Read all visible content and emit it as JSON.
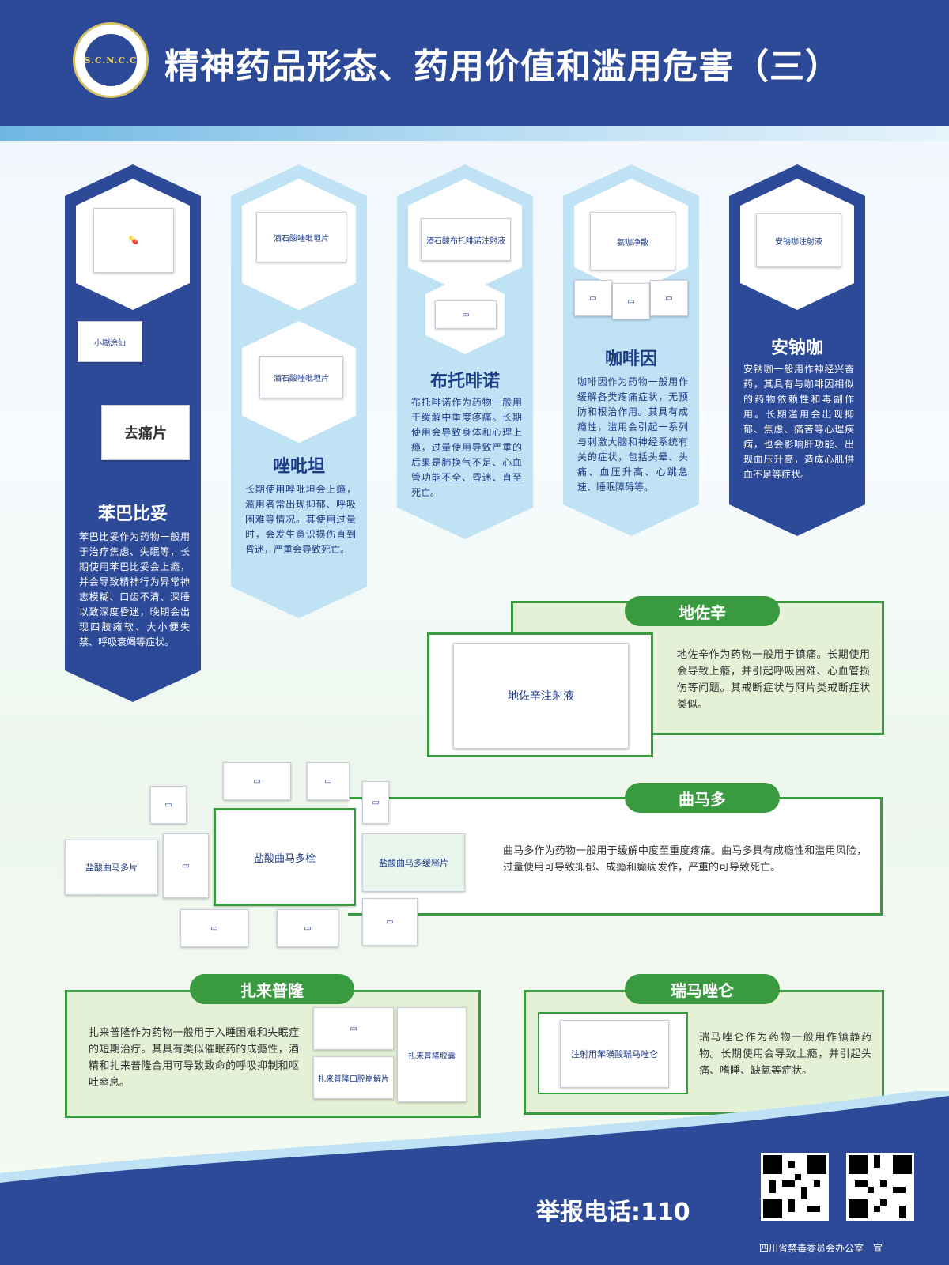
{
  "header": {
    "title": "精神药品形态、药用价值和滥用危害（三）",
    "logo_text": "S.C.N.C.C"
  },
  "colors": {
    "navy": "#2d4a98",
    "light_blue": "#bfe2f5",
    "green": "#3a9a3f"
  },
  "hexes": [
    {
      "name": "苯巴比妥",
      "desc": "苯巴比妥作为药物一般用于治疗焦虑、失眠等，长期使用苯巴比妥会上瘾，并会导致精神行为异常神志模糊、口齿不清、深睡以致深度昏迷，晚期会出现四肢瘫软、大小便失禁、呼吸衰竭等症状。",
      "products": [
        "小糊涂仙",
        "去痛片"
      ]
    },
    {
      "name": "唑吡坦",
      "desc": "长期使用唑吡坦会上瘾，滥用者常出现抑郁、呼吸困难等情况。其使用过量时，会发生意识损伤直到昏迷，严重会导致死亡。",
      "products": [
        "酒石酸唑吡坦片",
        "酒石酸唑吡坦片"
      ]
    },
    {
      "name": "布托啡诺",
      "desc": "布托啡诺作为药物一般用于缓解中重度疼痛。长期使用会导致身体和心理上瘾，过量使用导致严重的后果是肺换气不足、心血管功能不全、昏迷、直至死亡。",
      "products": [
        "酒石酸布托啡诺注射液"
      ]
    },
    {
      "name": "咖啡因",
      "desc": "咖啡因作为药物一般用作缓解各类疼痛症状，无预防和根治作用。其具有成瘾性，滥用会引起一系列与刺激大脑和神经系统有关的症状，包括头晕、头痛、血压升高、心跳急速、睡眠障碍等。",
      "products": [
        "氨咖净散"
      ]
    },
    {
      "name": "安钠咖",
      "desc": "安钠咖一般用作神经兴奋药，其具有与咖啡因相似的药物依赖性和毒副作用。长期滥用会出现抑郁、焦虑、痛苦等心理疾病，也会影响肝功能、出现血压升高，造成心肌供血不足等症状。",
      "products": [
        "安钠咖注射液"
      ]
    }
  ],
  "dezocine": {
    "name": "地佐辛",
    "desc": "地佐辛作为药物一般用于镇痛。长期使用会导致上瘾，并引起呼吸困难、心血管损伤等问题。其戒断症状与阿片类戒断症状类似。",
    "product": "地佐辛注射液"
  },
  "tramadol": {
    "name": "曲马多",
    "desc": "曲马多作为药物一般用于缓解中度至重度疼痛。曲马多具有成瘾性和滥用风险，过量使用可导致抑郁、成瘾和癫痫发作，严重的可导致死亡。",
    "products": [
      "盐酸曲马多片",
      "盐酸曲马多栓",
      "盐酸曲马多缓释片"
    ]
  },
  "zaleplon": {
    "name": "扎来普隆",
    "desc": "扎来普隆作为药物一般用于入睡困难和失眠症的短期治疗。其具有类似催眠药的成瘾性，酒精和扎来普隆合用可导致致命的呼吸抑制和呕吐窒息。",
    "products": [
      "扎来普隆口腔崩解片",
      "扎来普隆胶囊"
    ]
  },
  "remimazolam": {
    "name": "瑞马唑仑",
    "desc": "瑞马唑仑作为药物一般用作镇静药物。长期使用会导致上瘾，并引起头痛、嗜睡、缺氧等症状。",
    "product": "注射用苯磺酸瑞马唑仑"
  },
  "footer": {
    "hotline": "举报电话:110",
    "org": "四川省禁毒委员会办公室　宣"
  }
}
